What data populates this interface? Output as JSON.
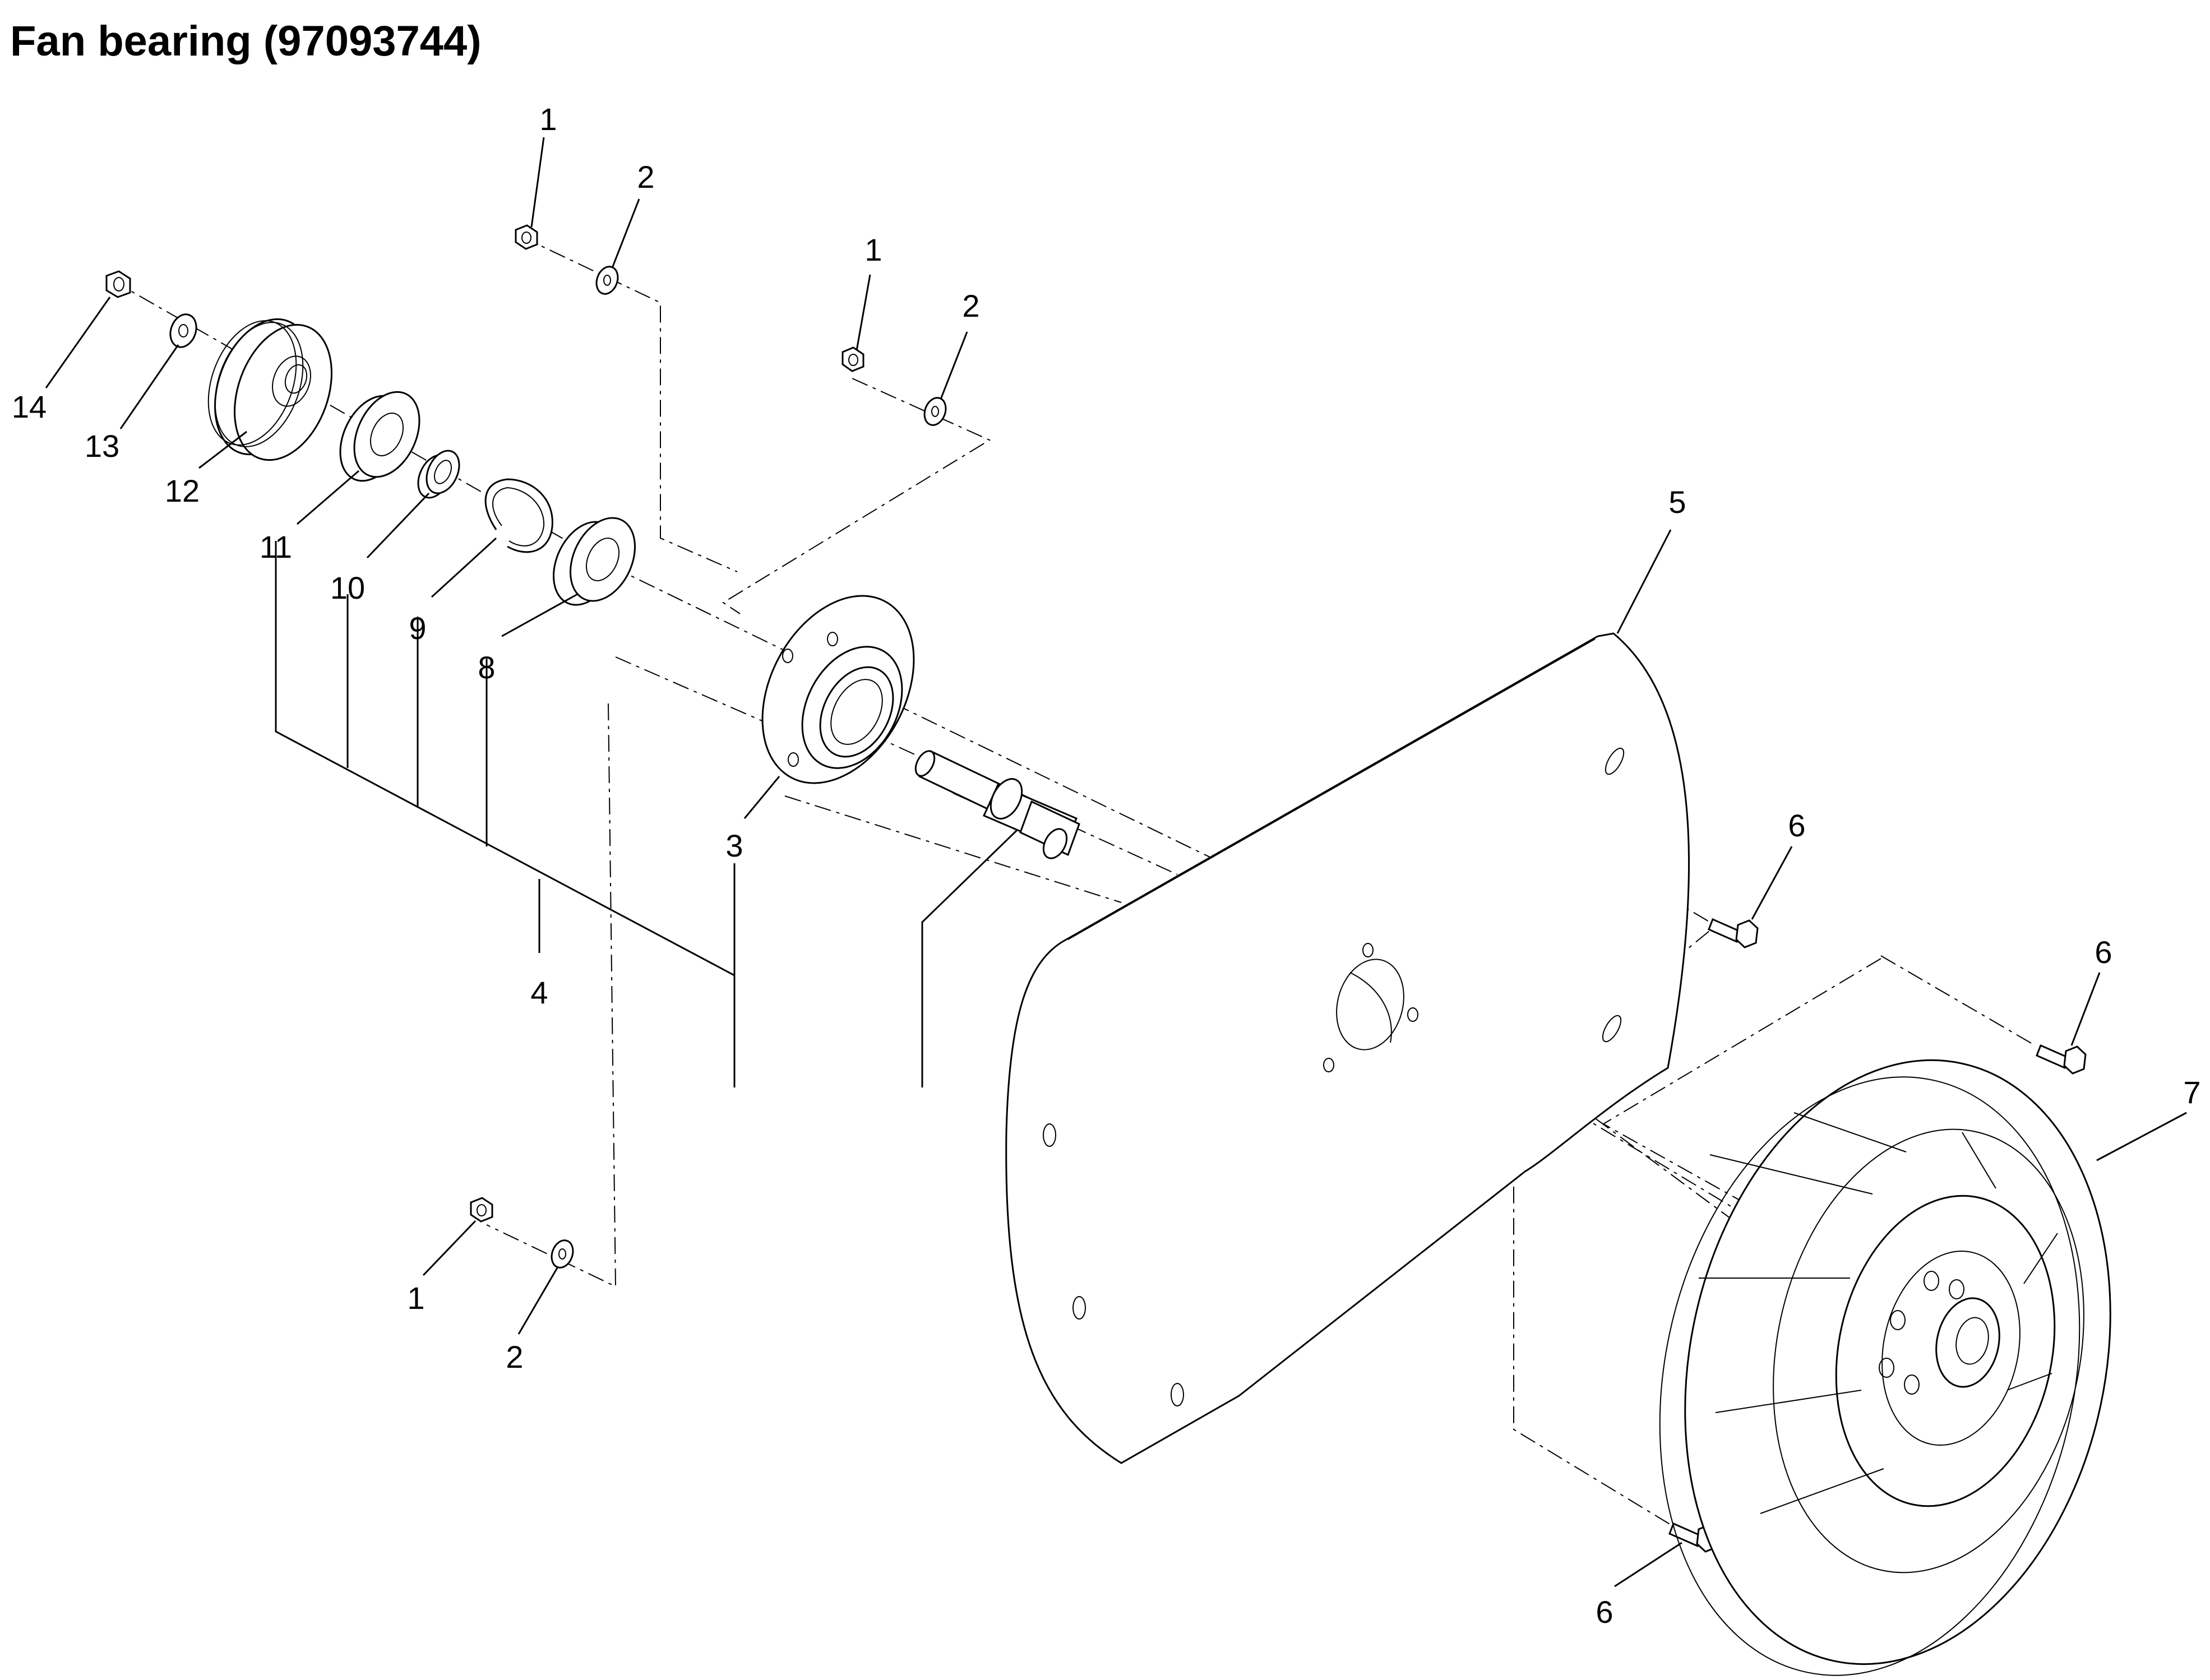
{
  "title": "Fan bearing (97093744)",
  "callouts": [
    {
      "id": "c1a",
      "text": "1"
    },
    {
      "id": "c2a",
      "text": "2"
    },
    {
      "id": "c1b",
      "text": "1"
    },
    {
      "id": "c2b",
      "text": "2"
    },
    {
      "id": "c14",
      "text": "14"
    },
    {
      "id": "c13",
      "text": "13"
    },
    {
      "id": "c12",
      "text": "12"
    },
    {
      "id": "c11",
      "text": "11"
    },
    {
      "id": "c10",
      "text": "10"
    },
    {
      "id": "c9",
      "text": "9"
    },
    {
      "id": "c8",
      "text": "8"
    },
    {
      "id": "c5",
      "text": "5"
    },
    {
      "id": "c3",
      "text": "3"
    },
    {
      "id": "c4",
      "text": "4"
    },
    {
      "id": "c6a",
      "text": "6"
    },
    {
      "id": "c6b",
      "text": "6"
    },
    {
      "id": "c7",
      "text": "7"
    },
    {
      "id": "c1c",
      "text": "1"
    },
    {
      "id": "c2c",
      "text": "2"
    },
    {
      "id": "c6c",
      "text": "6"
    }
  ]
}
